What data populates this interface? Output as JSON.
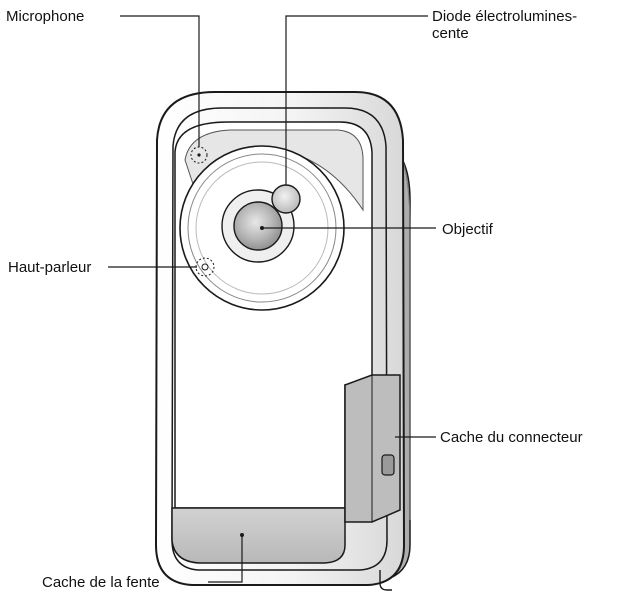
{
  "labels": {
    "microphone": "Microphone",
    "diode_line1": "Diode électrolumines-",
    "diode_line2": "cente",
    "objectif": "Objectif",
    "haut_parleur": "Haut-parleur",
    "cache_connecteur": "Cache du connecteur",
    "cache_fente": "Cache de la fente"
  },
  "colors": {
    "outline": "#1a1a1a",
    "body_light": "#ffffff",
    "body_shade": "#bdbdbd",
    "panel_shade": "#c8c8c8",
    "dark_accent": "#8a8a8a"
  }
}
